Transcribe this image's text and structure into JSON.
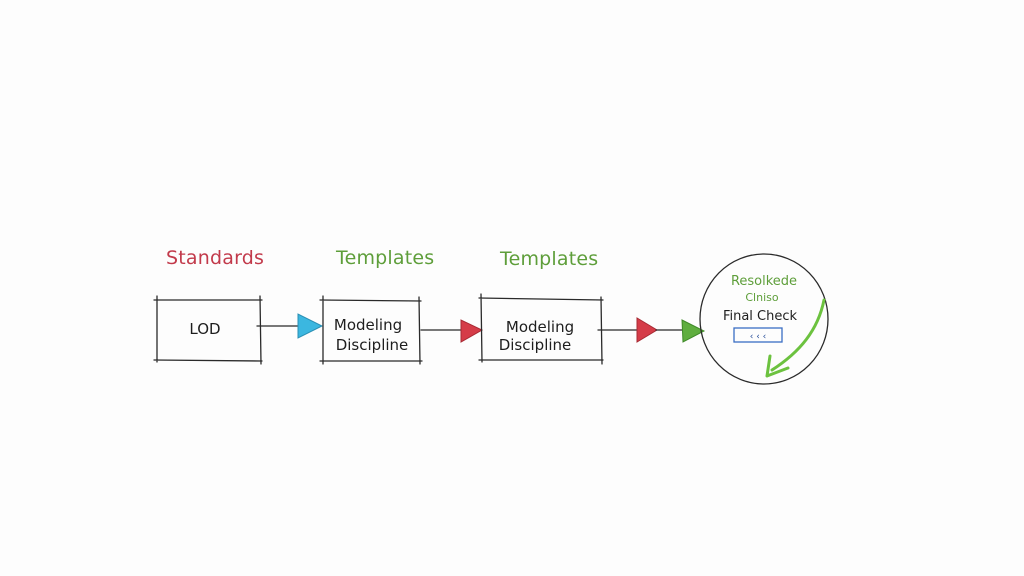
{
  "colors": {
    "standards_label": "#c23a4b",
    "templates_label": "#5e9e3a",
    "arrow_blue": "#3bb7e0",
    "arrow_red": "#d53c48",
    "arrow_green": "#5fae3f",
    "ink": "#2a2a2a"
  },
  "labels": {
    "standards": "Standards",
    "templates_1": "Templates",
    "templates_2": "Templates"
  },
  "boxes": {
    "lod": {
      "text": "LOD"
    },
    "modeling_1": {
      "line1": "Modeling",
      "line2": "Discipline"
    },
    "modeling_2": {
      "line1": "Modeling",
      "line2": "Discipline"
    }
  },
  "circle": {
    "title_line1": "Resolkede",
    "title_line2": "Clniso",
    "final_check": "Final Check",
    "mini_box_text": "‹  ‹  ‹"
  }
}
